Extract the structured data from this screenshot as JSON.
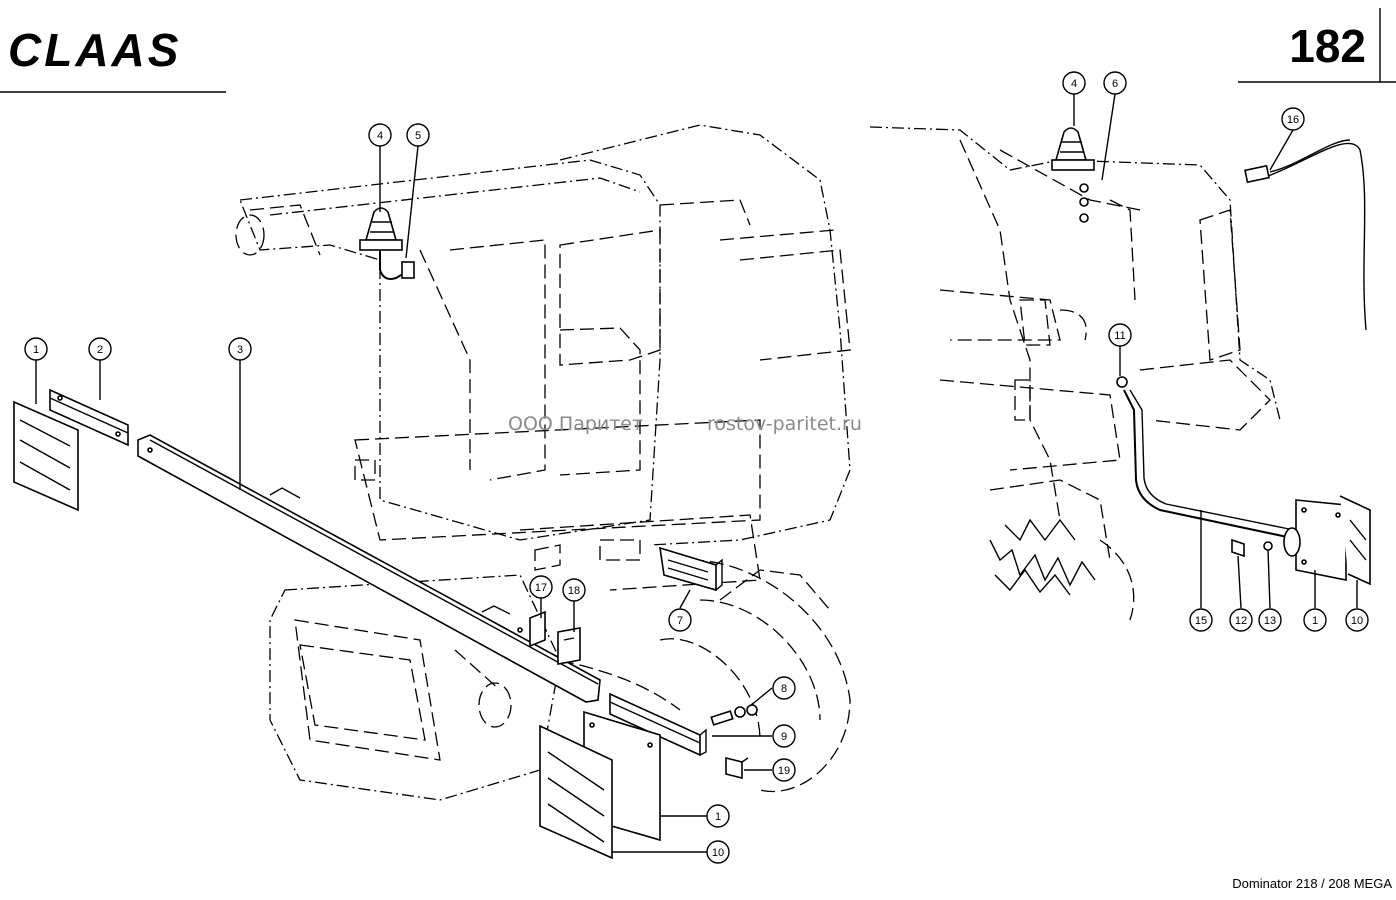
{
  "header": {
    "brand": "CLAAS",
    "page_number": "182"
  },
  "watermark": {
    "company": "ООО Паритет",
    "site": "rostov-paritet.ru"
  },
  "footer": {
    "model": "Dominator 218 / 208 MEGA"
  },
  "callouts": {
    "left": [
      "1",
      "2",
      "3",
      "4",
      "5",
      "17",
      "18",
      "7",
      "8",
      "9",
      "19",
      "1",
      "10"
    ],
    "right": [
      "4",
      "6",
      "16",
      "11",
      "15",
      "12",
      "13",
      "1",
      "10"
    ]
  }
}
